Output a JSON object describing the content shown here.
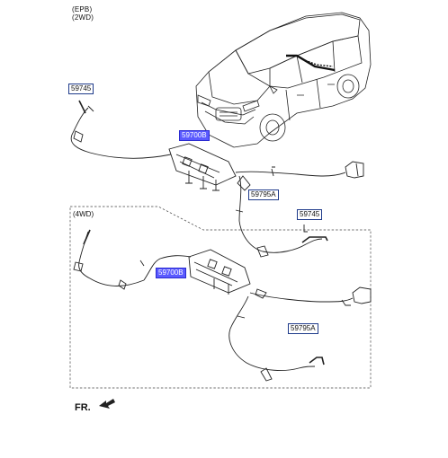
{
  "header": {
    "line1": "(EPB)",
    "line2": "(2WD)"
  },
  "section_4wd": {
    "label": "(4WD)"
  },
  "parts": {
    "p59745_a": "59745",
    "p59700b_a": "59700B",
    "p59795a_a": "59795A",
    "p59745_b": "59745",
    "p59700b_b": "59700B",
    "p59795a_b": "59795A"
  },
  "front_indicator": "FR.",
  "colors": {
    "highlight": "#5a5aff",
    "line": "#222222",
    "box": "#1e3a8a"
  }
}
